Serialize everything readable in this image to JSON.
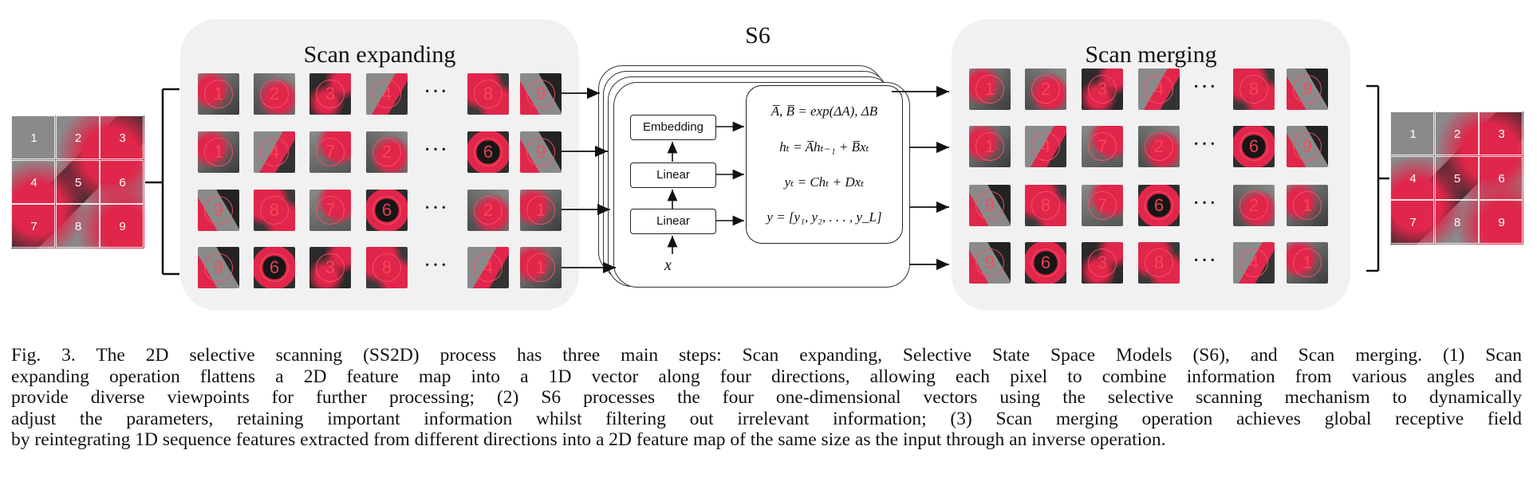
{
  "figure": {
    "scan_expanding_title": "Scan expanding",
    "s6_title": "S6",
    "scan_merging_title": "Scan merging",
    "ellipsis": "···",
    "input_map_numbers": [
      "1",
      "2",
      "3",
      "4",
      "5",
      "6",
      "7",
      "8",
      "9"
    ],
    "expanding_rows": [
      [
        "1",
        "2",
        "3",
        "4",
        "8",
        "9"
      ],
      [
        "1",
        "4",
        "7",
        "2",
        "6",
        "9"
      ],
      [
        "9",
        "8",
        "7",
        "6",
        "2",
        "1"
      ],
      [
        "9",
        "6",
        "3",
        "8",
        "4",
        "1"
      ]
    ],
    "merging_rows": [
      [
        "1",
        "2",
        "3",
        "4",
        "8",
        "9"
      ],
      [
        "1",
        "4",
        "7",
        "2",
        "6",
        "9"
      ],
      [
        "9",
        "8",
        "7",
        "6",
        "2",
        "1"
      ],
      [
        "9",
        "6",
        "3",
        "8",
        "4",
        "1"
      ]
    ],
    "blocks": {
      "embedding": "Embedding",
      "linear_top": "Linear",
      "linear_bottom": "Linear"
    },
    "input_symbol": "x",
    "equations": [
      "A̅, B̅ = exp(ΔA), ΔB",
      "hₜ = A̅hₜ₋₁ + B̅xₜ",
      "yₜ = Chₜ + Dxₜ",
      "y = [y₁, y₂, . . . , y_L]"
    ],
    "colors": {
      "panel_bg": "#f1f1f1",
      "vegetation_red": "#e0264a",
      "roof_gray": "#8a8a8a"
    }
  },
  "caption": {
    "lines": [
      "Fig. 3.  The 2D selective scanning (SS2D) process has three main steps: Scan expanding, Selective State Space Models (S6), and Scan merging. (1) Scan",
      "expanding operation flattens a 2D feature map into a 1D vector along four directions, allowing each pixel to combine information from various angles and",
      "provide diverse viewpoints for further processing; (2) S6 processes the four one-dimensional vectors using the selective scanning mechanism to dynamically",
      "adjust the parameters, retaining important information whilst filtering out irrelevant information; (3) Scan merging operation achieves global receptive field",
      "by reintegrating 1D sequence features extracted from different directions into a 2D feature map of the same size as the input through an inverse operation."
    ]
  }
}
